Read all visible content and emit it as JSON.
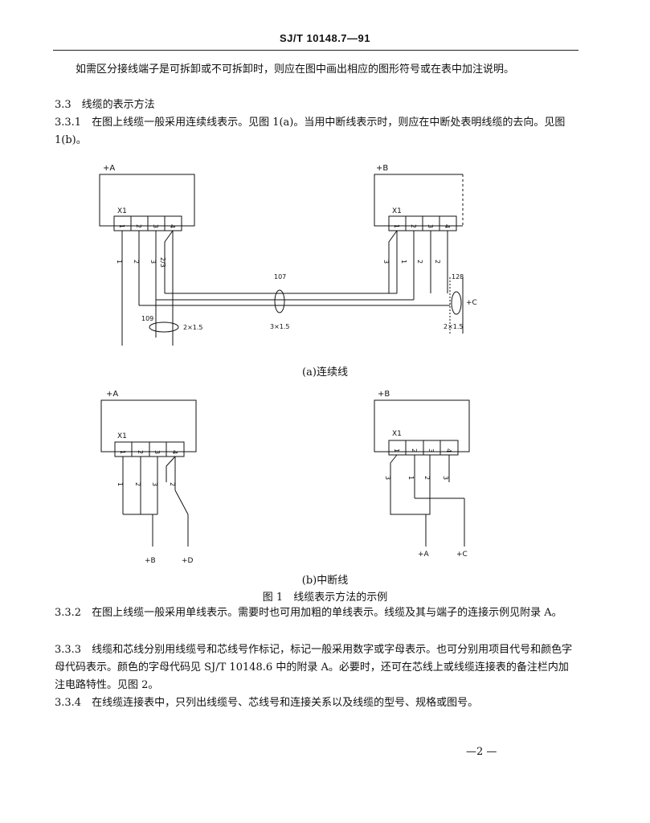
{
  "header": {
    "code": "SJ/T 10148.7—91"
  },
  "paragraphs": {
    "intro": "如需区分接线端子是可拆卸或不可拆卸时，则应在图中画出相应的图形符号或在表中加注说明。",
    "s33_title": "3.3　线缆的表示方法",
    "s331": "3.3.1　在图上线缆一般采用连续线表示。见图 1(a)。当用中断线表示时，则应在中断处表明线缆的去向。见图 1(b)。",
    "s332": "3.3.2　在图上线缆一般采用单线表示。需要时也可用加粗的单线表示。线缆及其与端子的连接示例见附录 A。",
    "s333": "3.3.3　线缆和芯线分别用线缆号和芯线号作标记，标记一般采用数字或字母表示。也可分别用项目代号和颜色字母代码表示。颜色的字母代码见 SJ/T 10148.6 中的附录 A。必要时，还可在芯线上或线缆连接表的备注栏内加注电路特性。见图 2。",
    "s334": "3.3.4　在线缆连接表中，只列出线缆号、芯线号和连接关系以及线缆的型号、规格或图号。"
  },
  "figure_a": {
    "caption": "(a)连续线",
    "unit_a": "+A",
    "unit_b": "+B",
    "strip_a": "X1",
    "strip_b": "X1",
    "terminals": [
      "1",
      "2",
      "3",
      "4"
    ],
    "cores_a": [
      "1",
      "2",
      "3",
      "2/3"
    ],
    "cores_b": [
      "3",
      "1",
      "2",
      "2"
    ],
    "cable1_no": "107",
    "cable1_spec": "3×1.5",
    "cable2_no": "109",
    "cable2_spec": "2×1.5",
    "cable3_no": "128",
    "cable3_spec": "2×1.5",
    "dest_c": "+C"
  },
  "figure_b": {
    "caption": "(b)中断线",
    "unit_a": "+A",
    "unit_b": "+B",
    "strip_a": "X1",
    "strip_b": "X1",
    "terminals": [
      "1",
      "2",
      "3",
      "4"
    ],
    "cores_a": [
      "1",
      "2",
      "3",
      "2"
    ],
    "cores_b": [
      "3",
      "1",
      "2",
      "3"
    ],
    "dest_a1": "+B",
    "dest_a2": "+D",
    "dest_b1": "+A",
    "dest_b2": "+C"
  },
  "figure_title": "图 1　线缆表示方法的示例",
  "page_number": "—2 —"
}
